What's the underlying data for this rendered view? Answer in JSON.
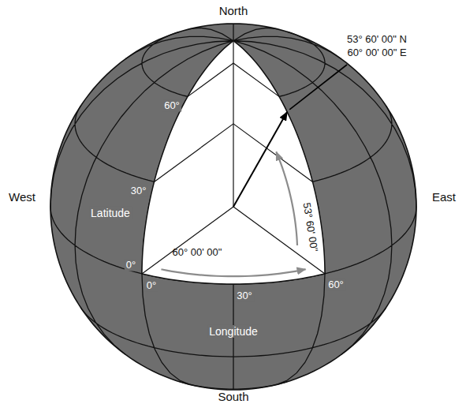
{
  "diagram": {
    "labels": [
      "North",
      "53° 60' 00\" N",
      "60° 00' 00\" E",
      "60°",
      "30°",
      "West",
      "Latitude",
      "East",
      "53° 60' 00\"",
      "0°",
      "60° 00' 00\"",
      "0°",
      "30°",
      "60°",
      "Longitude",
      "South"
    ]
  }
}
